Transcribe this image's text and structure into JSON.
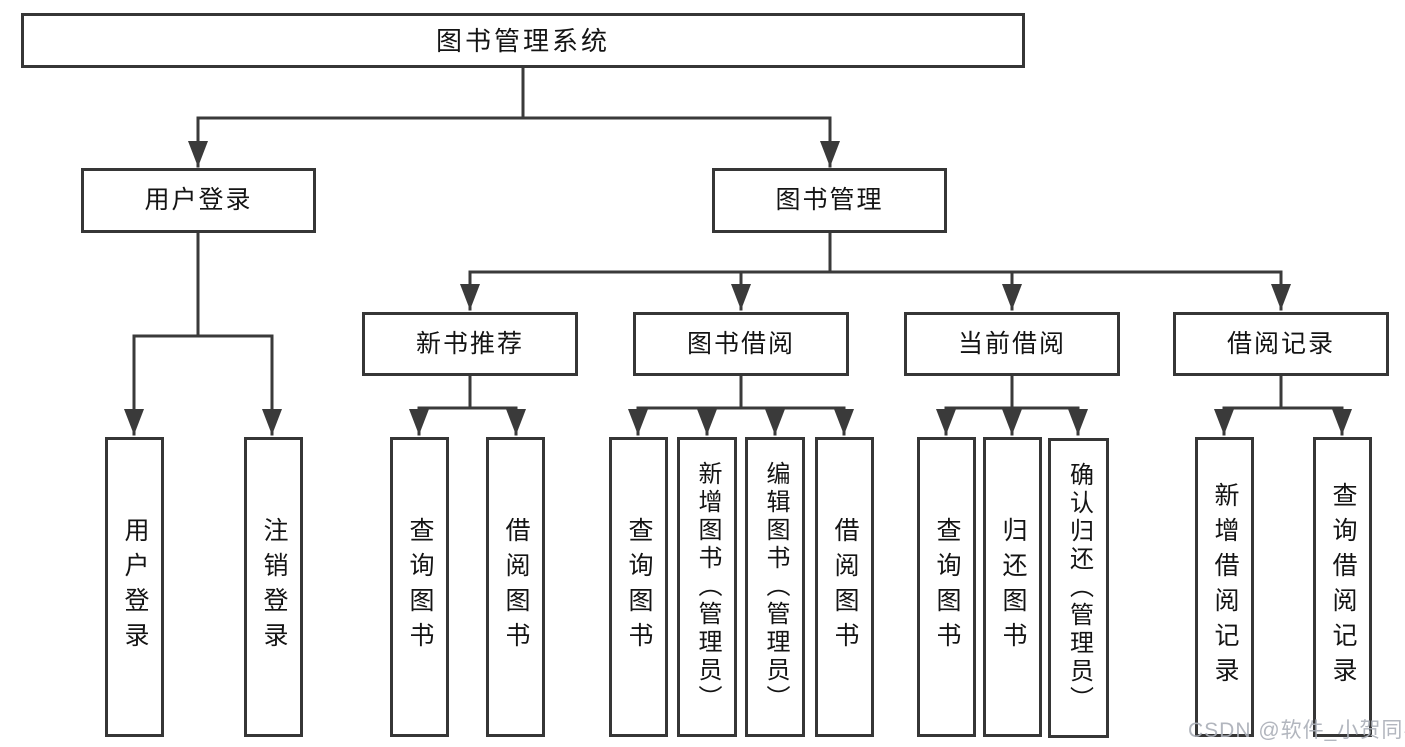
{
  "tree": {
    "root": {
      "label": "图书管理系统",
      "children": [
        {
          "label": "用户登录",
          "children": [
            {
              "label": "用户登录"
            },
            {
              "label": "注销登录"
            }
          ]
        },
        {
          "label": "图书管理",
          "children": [
            {
              "label": "新书推荐",
              "children": [
                {
                  "label": "查询图书"
                },
                {
                  "label": "借阅图书"
                }
              ]
            },
            {
              "label": "图书借阅",
              "children": [
                {
                  "label": "查询图书"
                },
                {
                  "label": "新增图书（管理员）"
                },
                {
                  "label": "编辑图书（管理员）"
                },
                {
                  "label": "借阅图书"
                }
              ]
            },
            {
              "label": "当前借阅",
              "children": [
                {
                  "label": "查询图书"
                },
                {
                  "label": "归还图书"
                },
                {
                  "label": "确认归还（管理员）"
                }
              ]
            },
            {
              "label": "借阅记录",
              "children": [
                {
                  "label": "新增借阅记录"
                },
                {
                  "label": "查询借阅记录"
                }
              ]
            }
          ]
        }
      ]
    }
  },
  "watermark": {
    "text": "CSDN @软件_小贺同学"
  },
  "colors": {
    "line": "#3a3a3a",
    "box_border": "#363636",
    "text": "#141414",
    "watermark": "#abb0b8",
    "background": "#ffffff"
  }
}
